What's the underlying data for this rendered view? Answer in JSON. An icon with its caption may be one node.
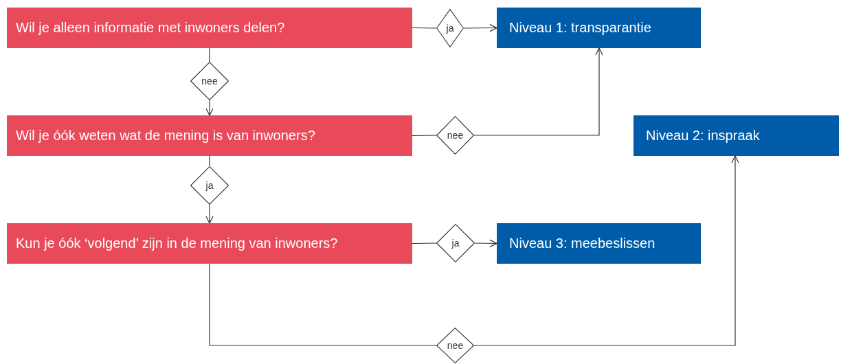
{
  "diagram": {
    "nodes": [
      {
        "text": [
          "Wil je alleen informatie met inwoners delen?"
        ]
      },
      {
        "text": [
          "ja"
        ]
      },
      {
        "text": [
          "Niveau 1: transparantie"
        ]
      },
      {
        "text": [
          "nee"
        ]
      },
      {
        "text": [
          "Wil je óók weten wat de mening is van inwoners?"
        ]
      },
      {
        "text": [
          "nee"
        ]
      },
      {
        "text": [
          "Niveau 2: inspraak"
        ]
      },
      {
        "text": [
          "ja"
        ]
      },
      {
        "text": [
          "Kun je óók ‘volgend’ zijn in de mening van inwoners?"
        ]
      },
      {
        "text": [
          "ja"
        ]
      },
      {
        "text": [
          "Niveau 3: meebeslissen"
        ]
      },
      {
        "text": [
          "nee"
        ]
      }
    ],
    "edges": [
      {
        "from": 0,
        "to": 1,
        "arrow": "none"
      },
      {
        "from": 1,
        "to": 2,
        "arrow": "to"
      },
      {
        "from": 0,
        "to": 3,
        "arrow": "none"
      },
      {
        "from": 3,
        "to": 4,
        "arrow": "to"
      },
      {
        "from": 4,
        "to": 5,
        "arrow": "none"
      },
      {
        "from": 5,
        "to": 2,
        "arrow": "to"
      },
      {
        "from": 4,
        "to": 7,
        "arrow": "none"
      },
      {
        "from": 7,
        "to": 8,
        "arrow": "to"
      },
      {
        "from": 8,
        "to": 9,
        "arrow": "none"
      },
      {
        "from": 9,
        "to": 10,
        "arrow": "to"
      },
      {
        "from": 8,
        "to": 11,
        "arrow": "none"
      },
      {
        "from": 11,
        "to": 6,
        "arrow": "to"
      }
    ]
  }
}
